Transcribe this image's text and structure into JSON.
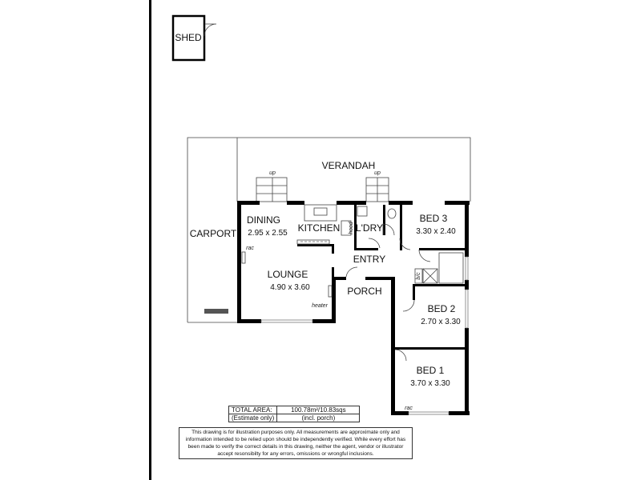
{
  "shed": {
    "label": "SHED"
  },
  "verandah": {
    "label": "VERANDAH"
  },
  "carport": {
    "label": "CARPORT"
  },
  "rooms": {
    "dining": {
      "label": "DINING",
      "size": "2.95 x 2.55"
    },
    "kitchen": {
      "label": "KITCHEN",
      "hood": "hood"
    },
    "laundry": {
      "label": "L'DRY"
    },
    "bed3": {
      "label": "BED 3",
      "size": "3.30 x 2.40"
    },
    "entry": {
      "label": "ENTRY"
    },
    "lounge": {
      "label": "LOUNGE",
      "size": "4.90 x 3.60"
    },
    "porch": {
      "label": "PORCH"
    },
    "bed2": {
      "label": "BED 2",
      "size": "2.70 x 3.30"
    },
    "bed1": {
      "label": "BED 1",
      "size": "3.70 x 3.30"
    }
  },
  "annotations": {
    "up": "up",
    "rac": "rac",
    "heater": "heater",
    "bic": "b/c"
  },
  "area": {
    "label": "TOTAL AREA:",
    "value": "100.78m²/10.83sqs",
    "note_label": "(Estimate only)",
    "note_value": "(incl. porch)"
  },
  "disclaimer": "This drawing is for illustration purposes only. All measurements are approximate only and information intended to be relied upon should be independently verified. While every effort has been made to verify the correct details in this drawing, neither the agent, vendor or illustrator accept resonsibilty for any errors, omissions or wrongful inclusions."
}
